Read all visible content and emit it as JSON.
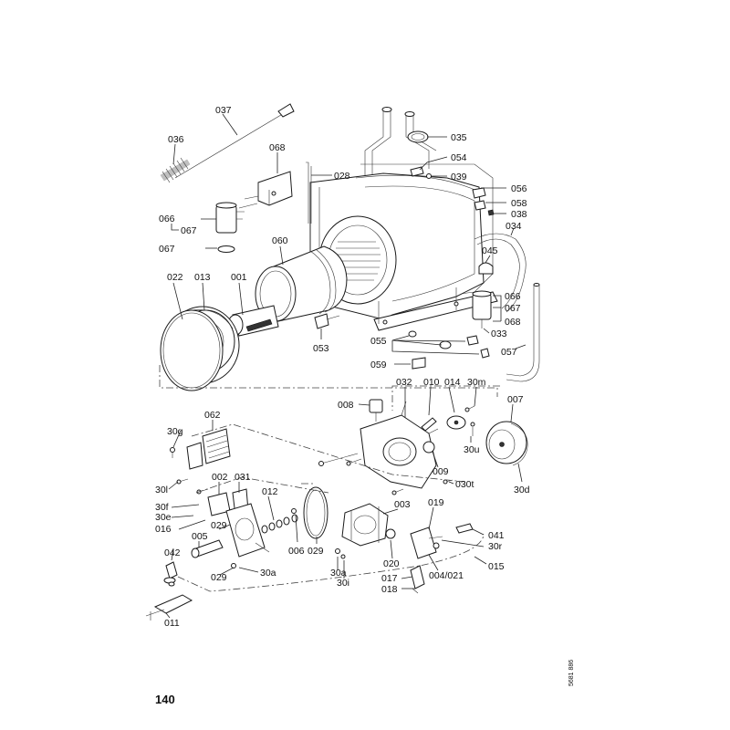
{
  "page_number": "140",
  "document_id": "5681 886",
  "callouts": {
    "c037": "037",
    "c036": "036",
    "c068a": "068",
    "c066": "066",
    "c067a": "067",
    "c067b": "067",
    "c028": "028",
    "c035": "035",
    "c054": "054",
    "c039": "039",
    "c056": "056",
    "c058": "058",
    "c038": "038",
    "c034": "034",
    "c045": "045",
    "c060": "060",
    "c022": "022",
    "c013": "013",
    "c001": "001",
    "c066b": "066",
    "c067c": "067",
    "c068b": "068",
    "c033": "033",
    "c053": "053",
    "c055": "055",
    "c057": "057",
    "c059": "059",
    "c032": "032",
    "c010": "010",
    "c014": "014",
    "c30m": "30m",
    "c007": "007",
    "c008": "008",
    "c062": "062",
    "c30g": "30g",
    "c30u": "30u",
    "c009": "009",
    "c030t": "030t",
    "c30d": "30d",
    "c30l": "30l",
    "c002": "002",
    "c031": "031",
    "c012": "012",
    "c003": "003",
    "c019": "019",
    "c30f": "30f",
    "c30e": "30e",
    "c016": "016",
    "c029a": "029",
    "c005": "005",
    "c006": "006",
    "c029b": "029",
    "c041": "041",
    "c30r": "30r",
    "c042": "042",
    "c029c": "029",
    "c30a": "30a",
    "c30a2": "30a",
    "c020": "020",
    "c004": "004/021",
    "c015": "015",
    "c30i": "30i",
    "c017": "017",
    "c018": "018",
    "c011": "011"
  }
}
